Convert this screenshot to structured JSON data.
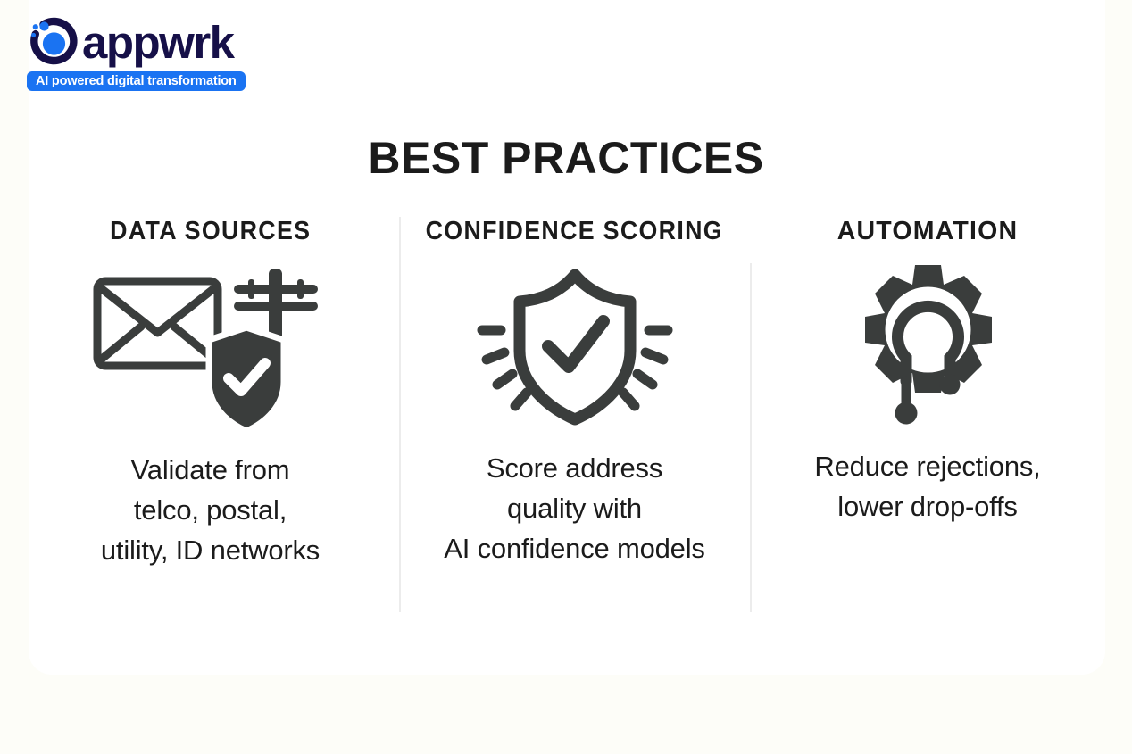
{
  "brand": {
    "wordmark": "appwrk",
    "tagline": "AI powered digital transformation",
    "logo_mark_icon": "appwrk-orbit-icon",
    "colors": {
      "badge_blue": "#1a73f2",
      "wordmark_navy": "#161048",
      "mark_ring_navy": "#161048",
      "mark_dot_blue": "#1a73f2",
      "page_background": "#fdfdf8",
      "card_background": "#ffffff",
      "text_dark": "#1b1b1b",
      "divider_gray": "#ececec",
      "icon_gray": "#3a3d3c"
    }
  },
  "slide": {
    "title": "BEST PRACTICES",
    "columns": [
      {
        "heading": "DATA SOURCES",
        "icon": "envelope-shield-utility-pole-icon",
        "lines": [
          "Validate from",
          "telco, postal,",
          "utility, ID networks"
        ]
      },
      {
        "heading": "CONFIDENCE SCORING",
        "icon": "shield-check-rays-icon",
        "lines": [
          "Score address",
          "quality with",
          "AI confidence models"
        ]
      },
      {
        "heading": "AUTOMATION",
        "icon": "gear-lightbulb-circuit-icon",
        "lines": [
          "Reduce rejections,",
          "lower drop-offs"
        ]
      }
    ]
  }
}
